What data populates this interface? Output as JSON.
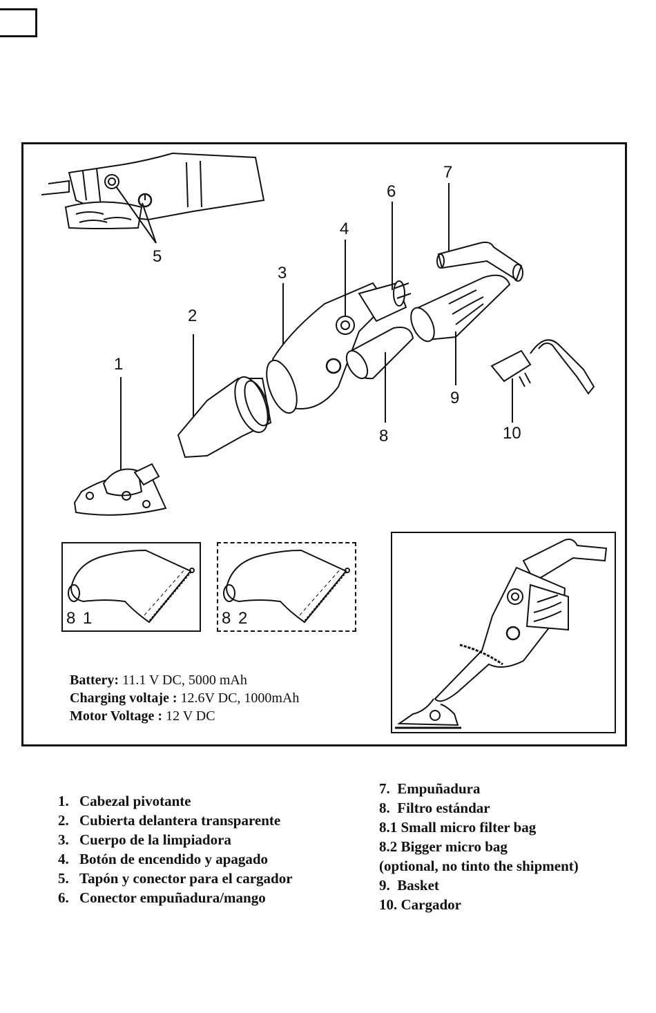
{
  "callouts": {
    "c1": "1",
    "c2": "2",
    "c3": "3",
    "c4": "4",
    "c5": "5",
    "c6": "6",
    "c7": "7",
    "c8": "8",
    "c9": "9",
    "c10": "10"
  },
  "bags": {
    "small_label": "8 1",
    "big_label": "8 2"
  },
  "specs": {
    "battery_label": "Battery:",
    "battery_value": " 11.1 V DC, 5000 mAh",
    "charging_label": "Charging voltaje :",
    "charging_value": " 12.6V DC, 1000mAh",
    "motor_label": "Motor Voltage :",
    "motor_value": " 12 V DC"
  },
  "parts_left": [
    {
      "num": "1.",
      "name": "Cabezal pivotante"
    },
    {
      "num": "2.",
      "name": "Cubierta delantera transparente"
    },
    {
      "num": "3.",
      "name": "Cuerpo de la limpiadora"
    },
    {
      "num": "4.",
      "name": "Botón de encendido y apagado"
    },
    {
      "num": "5.",
      "name": "Tapón y conector para el cargador"
    },
    {
      "num": "6.",
      "name": "Conector empuñadura/mango"
    }
  ],
  "parts_right": [
    "7.  Empuñadura",
    "8.  Filtro estándar",
    "8.1 Small micro filter bag",
    "8.2 Bigger micro bag",
    "(optional, no tinto the shipment)",
    "9.  Basket",
    "10. Cargador"
  ],
  "icons": {
    "power": "power-icon",
    "charger": "charger-icon"
  }
}
